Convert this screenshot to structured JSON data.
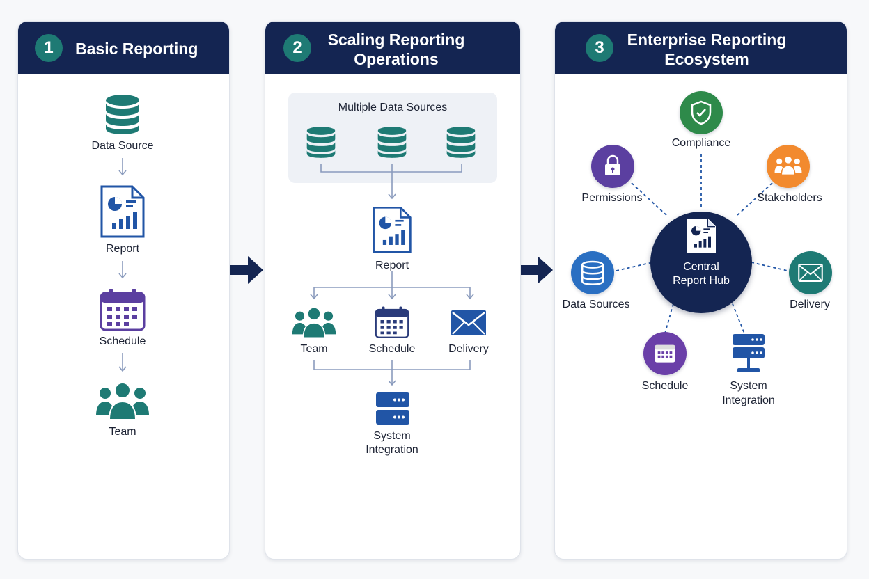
{
  "stages": [
    {
      "number": "1",
      "title": "Basic Reporting",
      "nodes": {
        "data_source": "Data Source",
        "report": "Report",
        "schedule": "Schedule",
        "team": "Team"
      }
    },
    {
      "number": "2",
      "title_line1": "Scaling Reporting",
      "title_line2": "Operations",
      "group_label": "Multiple Data Sources",
      "nodes": {
        "report": "Report",
        "team": "Team",
        "schedule": "Schedule",
        "delivery": "Delivery",
        "integration_line1": "System",
        "integration_line2": "Integration"
      }
    },
    {
      "number": "3",
      "title_line1": "Enterprise Reporting",
      "title_line2": "Ecosystem",
      "hub_line1": "Central",
      "hub_line2": "Report Hub",
      "nodes": {
        "compliance": "Compliance",
        "permissions": "Permissions",
        "stakeholders": "Stakeholders",
        "data_sources": "Data Sources",
        "delivery": "Delivery",
        "schedule": "Schedule",
        "integration_line1": "System",
        "integration_line2": "Integration"
      }
    }
  ],
  "colors": {
    "header": "#142552",
    "teal": "#1e7a74",
    "blue": "#2155a6",
    "purple": "#5b3fa0",
    "green": "#2e8a4a",
    "orange": "#f28a2e",
    "connector": "#8a9bbd"
  }
}
